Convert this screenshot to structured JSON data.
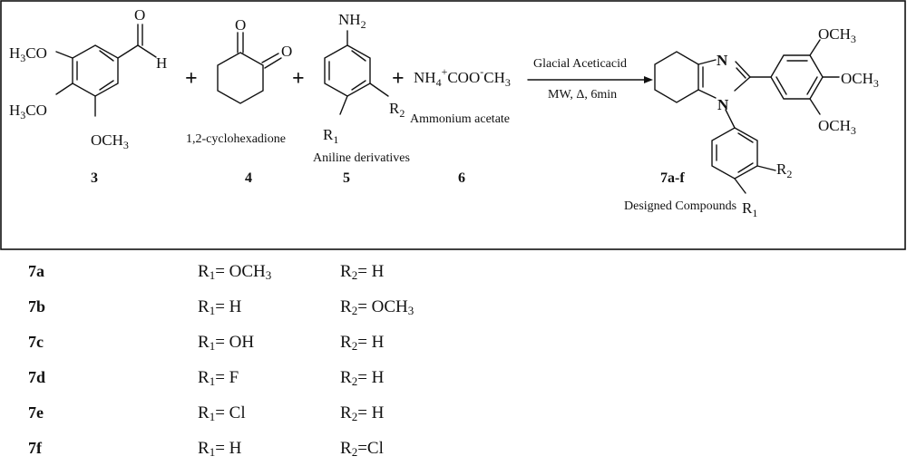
{
  "reactants": {
    "aldehyde": {
      "groups": [
        "H3CO",
        "H3CO",
        "OCH3",
        "O",
        "H"
      ],
      "number": "3"
    },
    "dione": {
      "name": "1,2-cyclohexadione",
      "oxygens": [
        "O",
        "O"
      ],
      "number": "4"
    },
    "aniline": {
      "amine": "NH2",
      "r_groups": [
        "R2",
        "R1"
      ],
      "name": "Aniline derivatives",
      "number": "5"
    },
    "ammonium": {
      "formula": "NH4+COO-CH3",
      "name": "Ammonium acetate",
      "number": "6"
    },
    "plus_sign": "+"
  },
  "conditions": {
    "above": "Glacial Aceticacid",
    "below": "MW, Δ, 6min"
  },
  "product": {
    "atoms": [
      "N",
      "N"
    ],
    "groups": [
      "OCH3",
      "OCH3",
      "OCH3"
    ],
    "r_groups": [
      "R2",
      "R1"
    ],
    "label": "7a-f",
    "caption": "Designed Compounds"
  },
  "substituents": [
    {
      "id": "7a",
      "r1": "OCH3",
      "r2": "H"
    },
    {
      "id": "7b",
      "r1": "H",
      "r2": "OCH3"
    },
    {
      "id": "7c",
      "r1": "OH",
      "r2": "H"
    },
    {
      "id": "7d",
      "r1": "F",
      "r2": "H"
    },
    {
      "id": "7e",
      "r1": "Cl",
      "r2": "H"
    },
    {
      "id": "7f",
      "r1": "H",
      "r2": "Cl"
    }
  ]
}
